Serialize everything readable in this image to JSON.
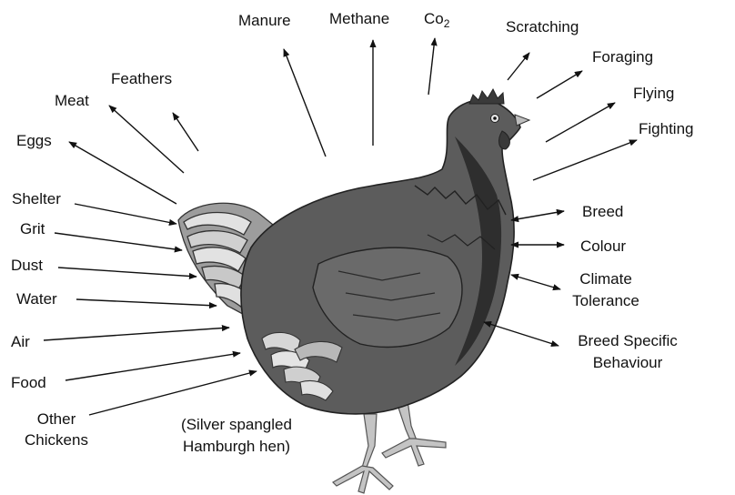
{
  "labels": {
    "manure": "Manure",
    "methane": "Methane",
    "co2_prefix": "Co",
    "co2_subscript": "2",
    "scratching": "Scratching",
    "foraging": "Foraging",
    "flying": "Flying",
    "fighting": "Fighting",
    "feathers": "Feathers",
    "meat": "Meat",
    "eggs": "Eggs",
    "shelter": "Shelter",
    "grit": "Grit",
    "dust": "Dust",
    "water": "Water",
    "air": "Air",
    "food": "Food",
    "other_chickens_line1": "Other",
    "other_chickens_line2": "Chickens",
    "breed": "Breed",
    "colour": "Colour",
    "climate_line1": "Climate",
    "climate_line2": "Tolerance",
    "behaviour_line1": "Breed Specific",
    "behaviour_line2": "Behaviour",
    "caption_line1": "(Silver spangled",
    "caption_line2": "Hamburgh hen)"
  },
  "colors": {
    "body": "#5a5a5a",
    "body_dark": "#333333",
    "feather_light": "#cfcfcf",
    "feather_mid": "#9a9a9a",
    "legs": "#bdbdbd",
    "comb": "#444444",
    "arrow": "#111111"
  }
}
